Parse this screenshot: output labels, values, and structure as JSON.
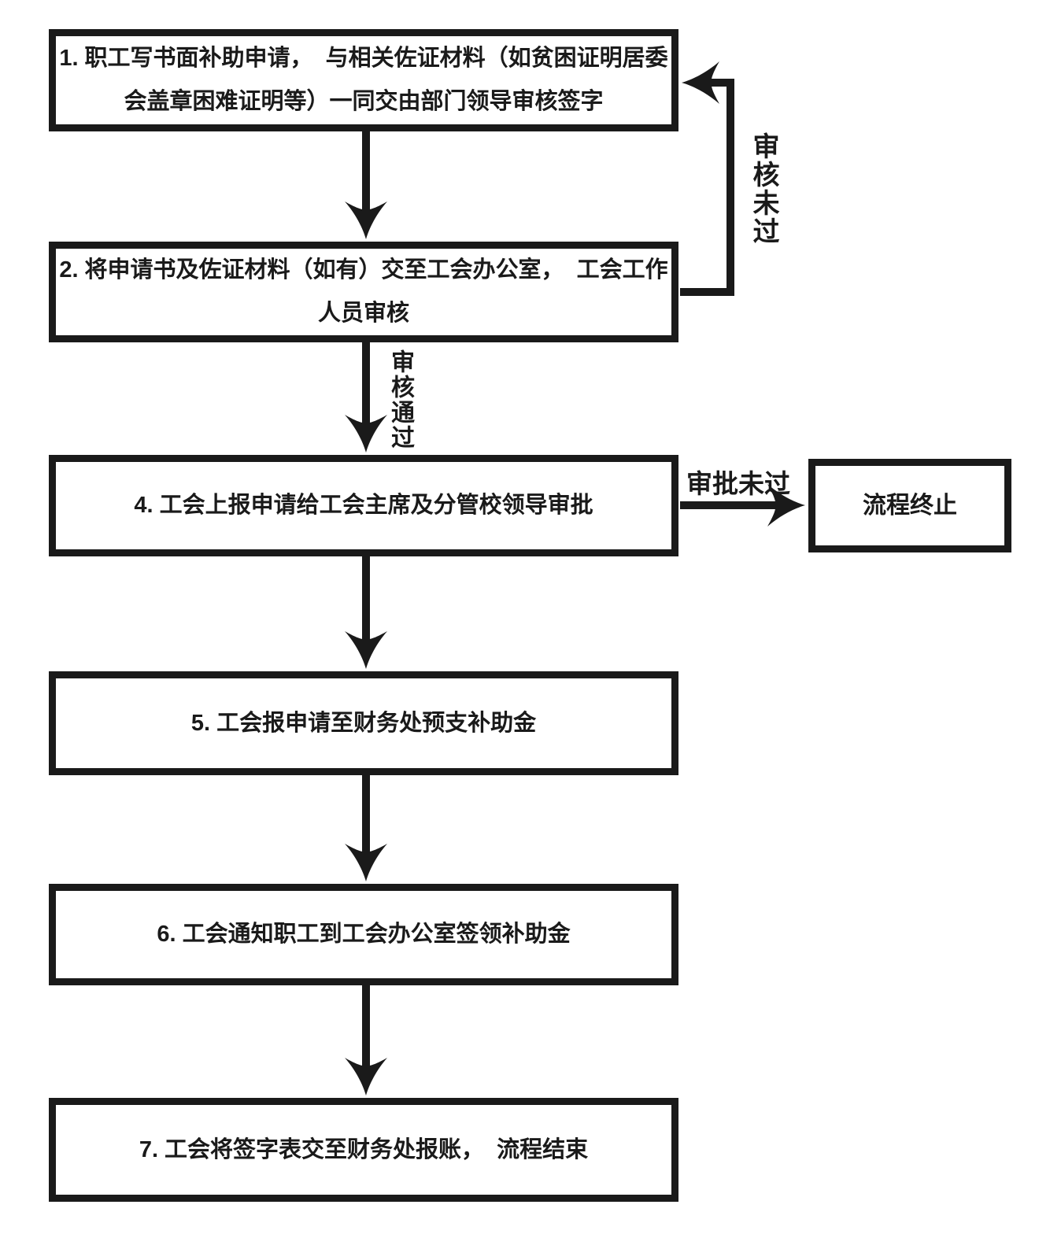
{
  "diagram": {
    "type": "flowchart",
    "colors": {
      "ink": "#1a1a1a",
      "background": "#ffffff"
    },
    "nodes": [
      {
        "id": "step-1",
        "lines": [
          "1. 职工写书面补助申请，  与相关佐证材料（如贫困证明居委",
          "会盖章困难证明等）一同交由部门领导审核签字"
        ]
      },
      {
        "id": "step-2",
        "lines": [
          "2. 将申请书及佐证材料（如有）交至工会办公室，  工会工作",
          "人员审核"
        ]
      },
      {
        "id": "step-4",
        "lines": [
          "4. 工会上报申请给工会主席及分管校领导审批"
        ]
      },
      {
        "id": "step-5",
        "lines": [
          "5. 工会报申请至财务处预支补助金"
        ]
      },
      {
        "id": "step-6",
        "lines": [
          "6. 工会通知职工到工会办公室签领补助金"
        ]
      },
      {
        "id": "step-7",
        "lines": [
          "7. 工会将签字表交至财务处报账，  流程结束"
        ]
      },
      {
        "id": "end",
        "lines": [
          "流程终止"
        ]
      }
    ],
    "edge_labels": {
      "review_fail": "审核未过",
      "review_pass": "审核通过",
      "approval_fail": "审批未过"
    },
    "edges": [
      {
        "from": "step-1",
        "to": "step-2",
        "label": ""
      },
      {
        "from": "step-2",
        "to": "step-1",
        "label": "审核未过"
      },
      {
        "from": "step-2",
        "to": "step-4",
        "label": "审核通过"
      },
      {
        "from": "step-4",
        "to": "end",
        "label": "审批未过"
      },
      {
        "from": "step-4",
        "to": "step-5",
        "label": ""
      },
      {
        "from": "step-5",
        "to": "step-6",
        "label": ""
      },
      {
        "from": "step-6",
        "to": "step-7",
        "label": ""
      }
    ]
  }
}
